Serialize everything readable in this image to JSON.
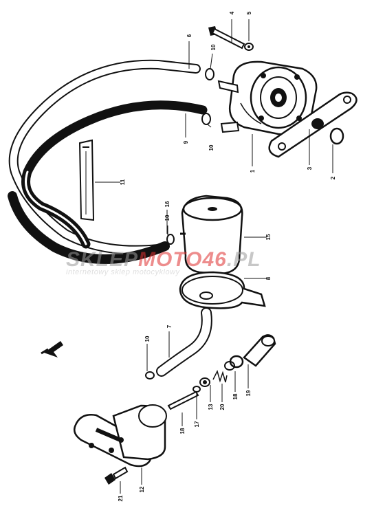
{
  "watermark": {
    "brand_prefix": "SKLEP",
    "brand_middle": "MOTO",
    "brand_suffix": "46",
    "brand_tld": ".PL",
    "tagline": "internetowy sklep motocyklowy",
    "colors": {
      "gray": "#9a9a9a",
      "red": "#e03030"
    }
  },
  "callouts": [
    {
      "id": "c4",
      "text": "4"
    },
    {
      "id": "c5",
      "text": "5"
    },
    {
      "id": "c6",
      "text": "6"
    },
    {
      "id": "c10a",
      "text": "10"
    },
    {
      "id": "c9a",
      "text": "9"
    },
    {
      "id": "c10b",
      "text": "10"
    },
    {
      "id": "c1",
      "text": "1"
    },
    {
      "id": "c3",
      "text": "3"
    },
    {
      "id": "c2",
      "text": "2"
    },
    {
      "id": "c11",
      "text": "11"
    },
    {
      "id": "c15",
      "text": "15"
    },
    {
      "id": "c16",
      "text": "16"
    },
    {
      "id": "c8",
      "text": "8"
    },
    {
      "id": "c10c",
      "text": "10"
    },
    {
      "id": "c7",
      "text": "7"
    },
    {
      "id": "c10d",
      "text": "10"
    },
    {
      "id": "c18",
      "text": "18"
    },
    {
      "id": "c17",
      "text": "17"
    },
    {
      "id": "c13",
      "text": "13"
    },
    {
      "id": "c20",
      "text": "20"
    },
    {
      "id": "c18b",
      "text": "18"
    },
    {
      "id": "c19",
      "text": "19"
    },
    {
      "id": "c21",
      "text": "21"
    },
    {
      "id": "c12",
      "text": "12"
    }
  ]
}
